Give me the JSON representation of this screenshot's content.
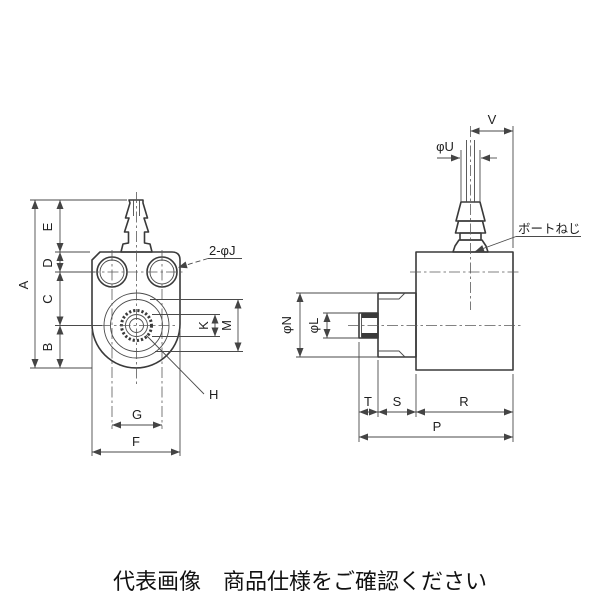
{
  "footer": {
    "note": "代表画像　商品仕様をご確認ください"
  },
  "front_view": {
    "dim_a": "A",
    "dim_b": "B",
    "dim_c": "C",
    "dim_d": "D",
    "dim_e": "E",
    "dim_f": "F",
    "dim_g": "G",
    "dim_k": "K",
    "dim_m": "M",
    "center_callout": "H",
    "hole_callout": "2-φJ"
  },
  "side_view": {
    "dim_v": "V",
    "dim_phi_u": "φU",
    "dim_phi_n": "φN",
    "dim_phi_l": "φL",
    "dim_t": "T",
    "dim_s": "S",
    "dim_r": "R",
    "dim_p": "P",
    "port_thread_callout": "ボートねじ"
  }
}
